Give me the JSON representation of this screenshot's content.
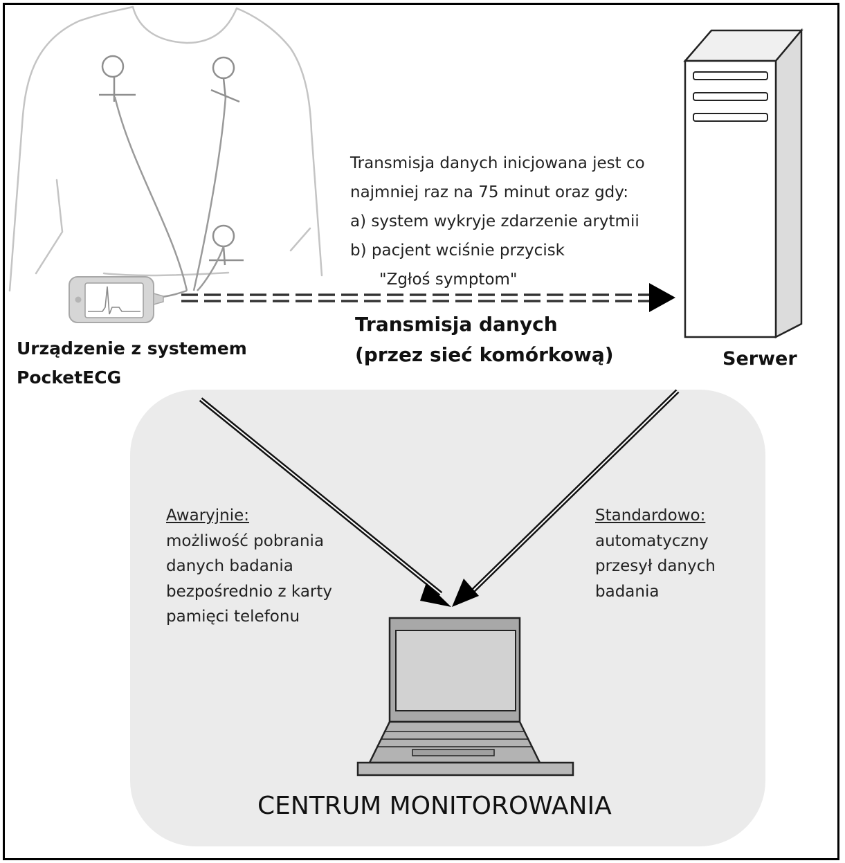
{
  "transmission_note": {
    "lines": [
      "Transmisja danych inicjowana jest co",
      "najmniej raz na 75 minut oraz gdy:",
      "a) system wykryje zdarzenie arytmii",
      "b) pacjent wciśnie przycisk",
      "\"Zgłoś symptom\""
    ]
  },
  "transmission_label": {
    "line1": "Transmisja danych",
    "line2": "(przez sieć komórkową)"
  },
  "device_label": {
    "line1": "Urządzenie z systemem",
    "line2": "PocketECG"
  },
  "server_label": "Serwer",
  "emergency_note": {
    "heading": "Awaryjnie:",
    "lines": [
      "możliwość pobrania",
      "danych badania",
      "bezpośrednio z karty",
      "pamięci telefonu"
    ]
  },
  "standard_note": {
    "heading": "Standardowo:",
    "lines": [
      "automatyczny",
      "przesył danych",
      "badania"
    ]
  },
  "monitoring_center_label": "CENTRUM MONITOROWANIA"
}
